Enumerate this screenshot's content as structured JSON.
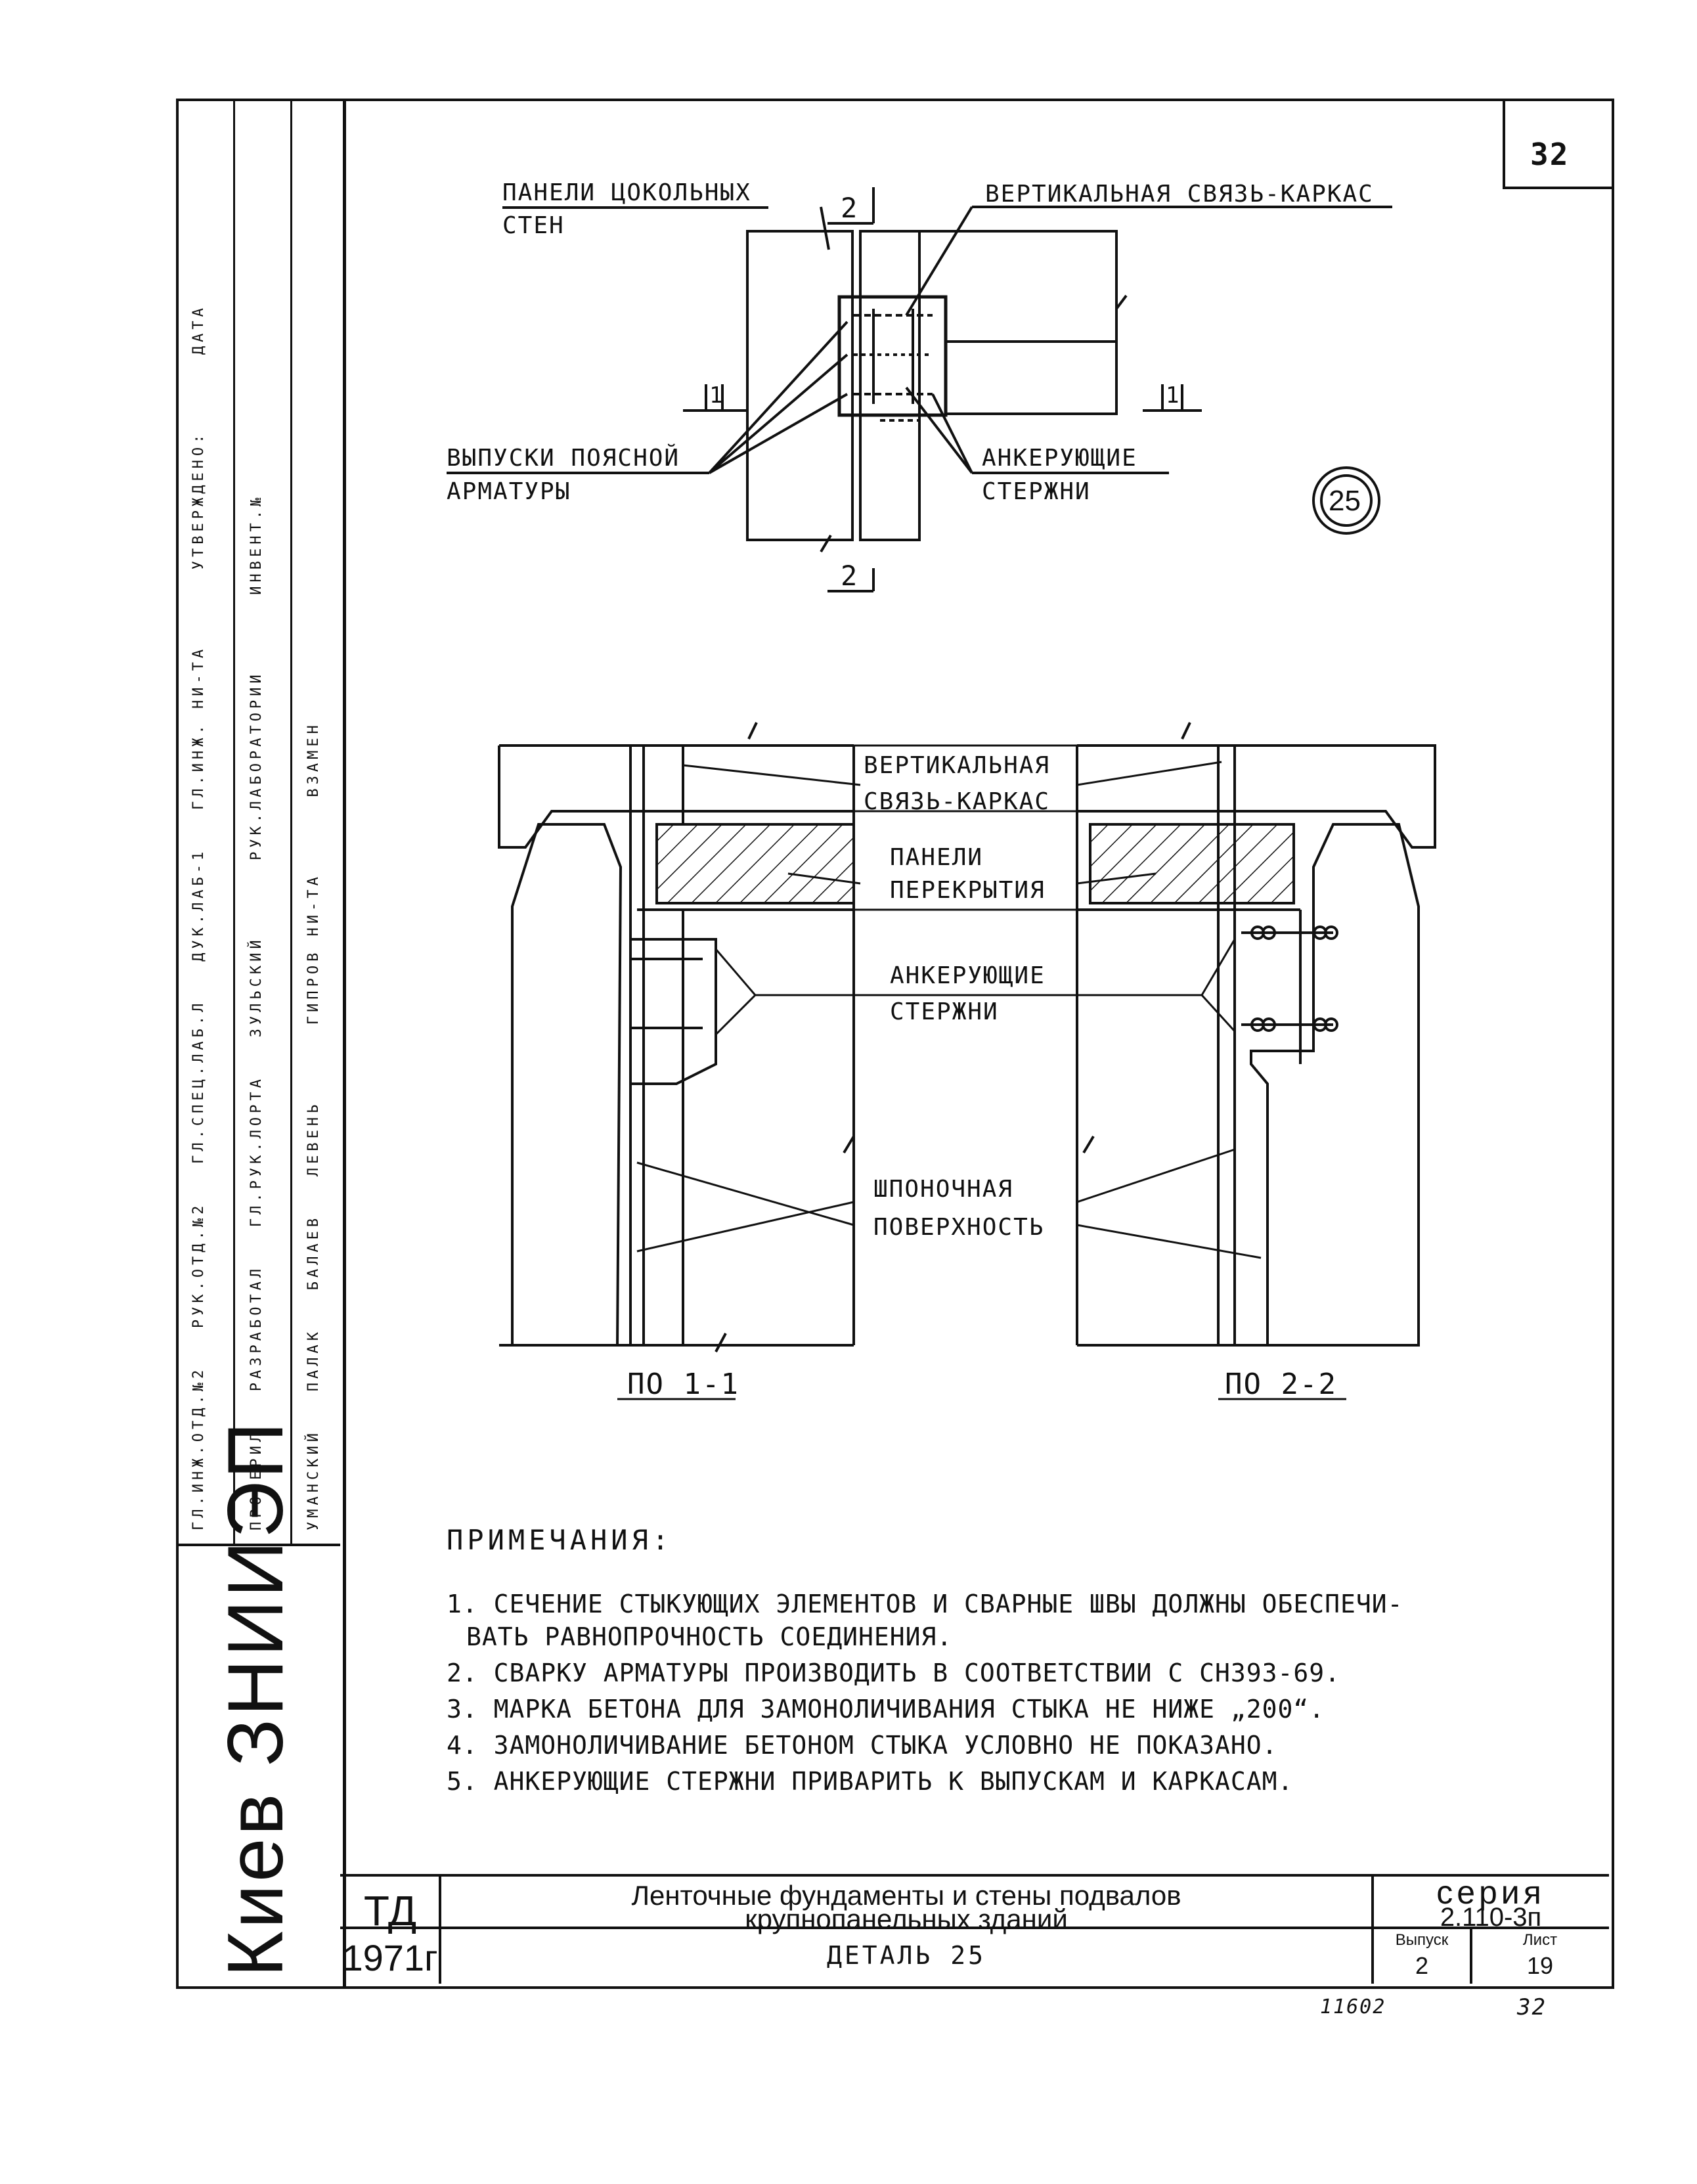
{
  "page_number": "32",
  "detail_number": "25",
  "top_diagram": {
    "label_plinth_panels_1": "ПАНЕЛИ ЦОКОЛЬНЫХ",
    "label_plinth_panels_2": "СТЕН",
    "label_vertical_link": "ВЕРТИКАЛЬНАЯ СВЯЗЬ-КАРКАС",
    "label_belt_reinf_1": "ВЫПУСКИ ПОЯСНОЙ",
    "label_belt_reinf_2": "АРМАТУРЫ",
    "label_anchor_1": "АНКЕРУЮЩИЕ",
    "label_anchor_2": "СТЕРЖНИ",
    "section_mark_2": "2",
    "section_mark_1": "1"
  },
  "bottom_diagram": {
    "label_vertical_1": "ВЕРТИКАЛЬНАЯ",
    "label_vertical_2": "СВЯЗЬ-КАРКАС",
    "label_panels_1": "ПАНЕЛИ",
    "label_panels_2": "ПЕРЕКРЫТИЯ",
    "label_anchor_1": "АНКЕРУЮЩИЕ",
    "label_anchor_2": "СТЕРЖНИ",
    "label_key_1": "ШПОНОЧНАЯ",
    "label_key_2": "ПОВЕРХНОСТЬ",
    "section_left": "ПО 1-1",
    "section_right": "ПО 2-2"
  },
  "notes": {
    "title": "ПРИМЕЧАНИЯ:",
    "items": [
      "1. СЕЧЕНИЕ СТЫКУЮЩИХ ЭЛЕМЕНТОВ И СВАРНЫЕ ШВЫ ДОЛЖНЫ ОБЕСПЕЧИ-",
      "ВАТЬ РАВНОПРОЧНОСТЬ СОЕДИНЕНИЯ.",
      "2. СВАРКУ АРМАТУРЫ ПРОИЗВОДИТЬ В СООТВЕТСТВИИ С СН393-69.",
      "3. МАРКА БЕТОНА ДЛЯ ЗАМОНОЛИЧИВАНИЯ СТЫКА НЕ НИЖЕ „200“.",
      "4. ЗАМОНОЛИЧИВАНИЕ БЕТОНОМ СТЫКА УСЛОВНО НЕ ПОКАЗАНО.",
      "5. АНКЕРУЮЩИЕ СТЕРЖНИ ПРИВАРИТЬ К ВЫПУСКАМ И КАРКАСАМ."
    ]
  },
  "title_block": {
    "code": "ТД",
    "year": "1971г",
    "title_line1": "Ленточные фундаменты и стены подвалов",
    "title_line2": "крупнопанельных зданий",
    "detail": "ДЕТАЛЬ 25",
    "series_label": "серия",
    "series_value": "2.110-3п",
    "issue_label": "Выпуск",
    "issue_value": "2",
    "sheet_label": "Лист",
    "sheet_value": "19"
  },
  "org": "Киев ЗНИИЭП",
  "side_stamp": {
    "col_a": [
      "ДАТА",
      "УТВЕРЖДЕНО:",
      "ГЛ.ИНЖ. НИ-ТА",
      "ДУК.ЛАБ-1",
      "ГЛ.СПЕЦ.ЛАБ.Л",
      "РУК.ОТД.№2",
      "ГЛ.ИНЖ.ОТД.№2"
    ],
    "col_b": [
      "ИНВЕНТ.№",
      "РУК.ЛАБОРАТОРИИ",
      "ЗУЛЬСКИЙ",
      "ГЛ.РУК.ЛОРТА",
      "РАЗРАБОТАЛ",
      "ПРОВЕРИЛ"
    ],
    "col_c": [
      "ВЗАМЕН",
      "ГИПРОВ НИ-ТА",
      "ЛЕВЕНЬ",
      "БАЛАЕВ",
      "ПАЛАК",
      "УМАНСКИЙ"
    ]
  },
  "footer": {
    "inventory_number": "11602",
    "page_copy": "32"
  }
}
